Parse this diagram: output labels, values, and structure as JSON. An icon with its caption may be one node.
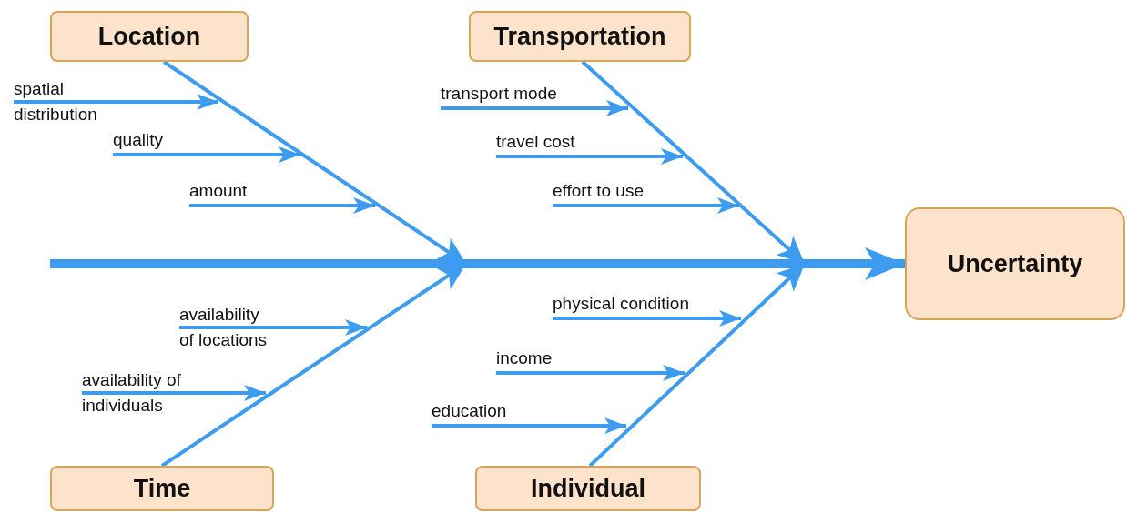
{
  "diagram": {
    "nodes": [
      {
        "text": [
          "Location"
        ]
      },
      {
        "text": [
          "Transportation"
        ]
      },
      {
        "text": [
          "Uncertainty"
        ]
      },
      {
        "text": [
          "Time"
        ]
      },
      {
        "text": [
          "Individual"
        ]
      },
      {
        "text": [
          "spatial distribution"
        ]
      },
      {
        "text": [
          "quality"
        ]
      },
      {
        "text": [
          "amount"
        ]
      },
      {
        "text": [
          "transport mode"
        ]
      },
      {
        "text": [
          "travel cost"
        ]
      },
      {
        "text": [
          "effort to use"
        ]
      },
      {
        "text": [
          "availability of locations"
        ]
      },
      {
        "text": [
          "physical condition"
        ]
      },
      {
        "text": [
          "availability of individuals"
        ]
      },
      {
        "text": [
          "income"
        ]
      },
      {
        "text": [
          "education"
        ]
      }
    ],
    "edges": [
      {
        "from": null,
        "to": 2,
        "arrow": "to",
        "style": "thick"
      },
      {
        "from": 0,
        "to": null,
        "arrow": "to"
      },
      {
        "from": 1,
        "to": null,
        "arrow": "to"
      },
      {
        "from": 3,
        "to": null,
        "arrow": "to"
      },
      {
        "from": 4,
        "to": null,
        "arrow": "to"
      },
      {
        "from": 5,
        "to": null,
        "arrow": "to"
      },
      {
        "from": 6,
        "to": null,
        "arrow": "to"
      },
      {
        "from": 7,
        "to": null,
        "arrow": "to"
      },
      {
        "from": 8,
        "to": null,
        "arrow": "to"
      },
      {
        "from": 9,
        "to": null,
        "arrow": "to"
      },
      {
        "from": 10,
        "to": null,
        "arrow": "to"
      },
      {
        "from": 11,
        "to": null,
        "arrow": "to"
      },
      {
        "from": 12,
        "to": null,
        "arrow": "to"
      },
      {
        "from": 13,
        "to": null,
        "arrow": "to"
      },
      {
        "from": 14,
        "to": null,
        "arrow": "to"
      },
      {
        "from": 15,
        "to": null,
        "arrow": "to"
      }
    ]
  }
}
